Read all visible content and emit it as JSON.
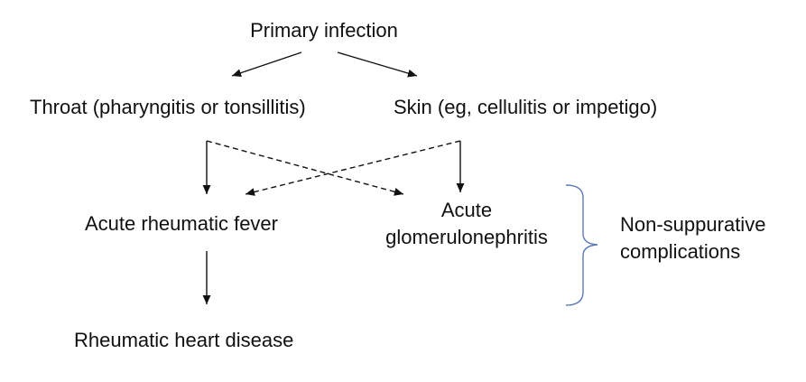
{
  "nodes": {
    "primary": "Primary infection",
    "throat": "Throat (pharyngitis or tonsillitis)",
    "skin": "Skin (eg, cellulitis or impetigo)",
    "arf": "Acute rheumatic fever",
    "agn_line1": "Acute",
    "agn_line2": "glomerulonephritis",
    "rhd": "Rheumatic heart disease",
    "group_line1": "Non-suppurative",
    "group_line2": "complications"
  },
  "colors": {
    "text": "#111111",
    "arrow": "#111111",
    "bracket": "#5b7bb5"
  }
}
